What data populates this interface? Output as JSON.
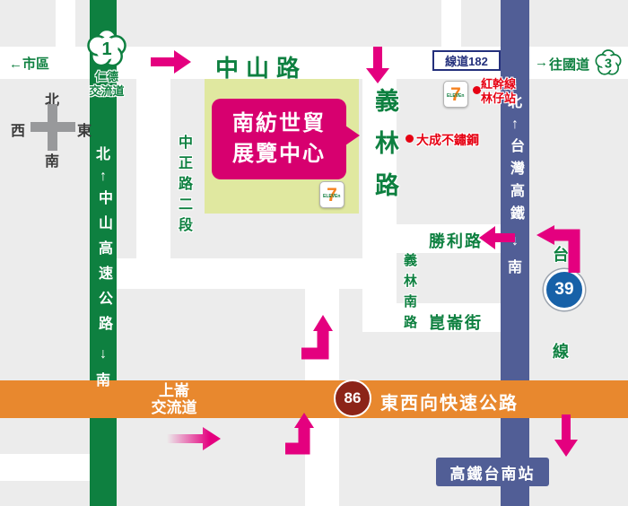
{
  "colors": {
    "background": "#ececec",
    "road": "#ffffff",
    "green": "#0e8040",
    "magenta": "#e4007f",
    "venue_box": "#d7006f",
    "rail_navy": "#515e96",
    "expressway_orange": "#e8882e",
    "poi_red": "#e60012",
    "county_sign_blue": "#24307c",
    "provincial_blue": "#1761a8",
    "expressway_shield_maroon": "#8c2418"
  },
  "top": {
    "to_city": "←市區",
    "rende": {
      "num": "1",
      "line1": "仁德",
      "line2": "交流道"
    },
    "zhongshan_rd": "中山路",
    "county182": "線道182",
    "to_nat3_arrow": "→",
    "to_nat3": "往國道",
    "hwy3_num": "3"
  },
  "compass": {
    "n": "北",
    "w": "西",
    "e": "東",
    "s": "南"
  },
  "green_highway": {
    "n": "北",
    "up": "↑",
    "name": "中山高速公路",
    "down": "↓",
    "s": "南"
  },
  "rail": {
    "n": "北",
    "up": "↑",
    "name": "台灣高鐵",
    "down": "↓",
    "s": "南"
  },
  "venue": {
    "line1": "南紡世貿",
    "line2": "展覽中心"
  },
  "roads": {
    "zhongzheng": "中正路二段",
    "yilin": "義林路",
    "yilin_s": "義林南路",
    "shengli": "勝利路",
    "kunlun": "崑崙街"
  },
  "pois": {
    "redline1": "紅幹線",
    "redline2": "林仔站",
    "dacheng": "大成不鏽鋼"
  },
  "tai39": {
    "tai": "台",
    "num": "39",
    "xian": "線"
  },
  "expressway": {
    "ic_line1": "上崙",
    "ic_line2": "交流道",
    "num": "86",
    "name": "東西向快速公路"
  },
  "hsr_station": "高鐵台南站",
  "seven": {
    "seven": "7",
    "eleven": "ELEVEn"
  }
}
